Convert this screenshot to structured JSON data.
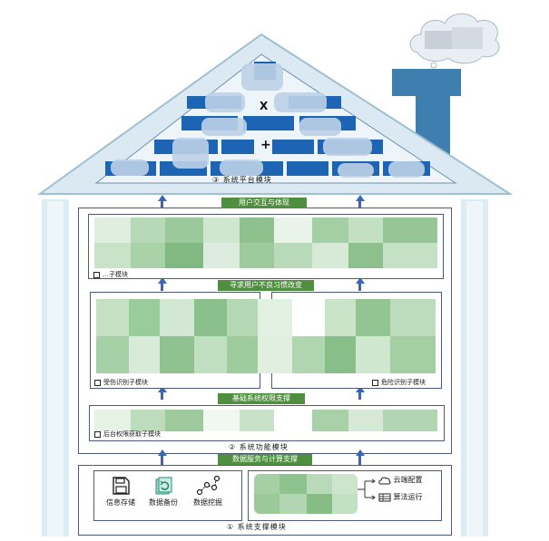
{
  "modules": {
    "platform_title": "③ 系统平台模块",
    "function_title": "② 系统功能模块",
    "support_title": "① 系统支撑模块"
  },
  "roof": {
    "x_symbol": "X",
    "plus_symbol": "+"
  },
  "bars": {
    "interaction": "用户交互与体现",
    "habit": "寻求用户不良习惯改变",
    "permission": "基础系统权限支撑",
    "data_service": "数据服务与计算支撑"
  },
  "function": {
    "top_box_label": "…子模块",
    "injury_label": "受伤识别子模块",
    "danger_label": "危险识别子模块",
    "backend_label": "后台权限获取子模块"
  },
  "support": {
    "items": [
      {
        "icon": "save-icon",
        "label": "信息存储"
      },
      {
        "icon": "refresh-icon",
        "label": "数据备份"
      },
      {
        "icon": "network-icon",
        "label": "数据挖掘"
      }
    ],
    "cloud_icon": "cloud-icon",
    "cloud_label": "云端配置",
    "algo_icon": "table-icon",
    "algo_label": "算法运行"
  },
  "colors": {
    "arrow": "#3a66b6",
    "bar_green": "#4f8f3f",
    "brick_blue": "#1e64b4",
    "wall": "#dcecf4"
  }
}
